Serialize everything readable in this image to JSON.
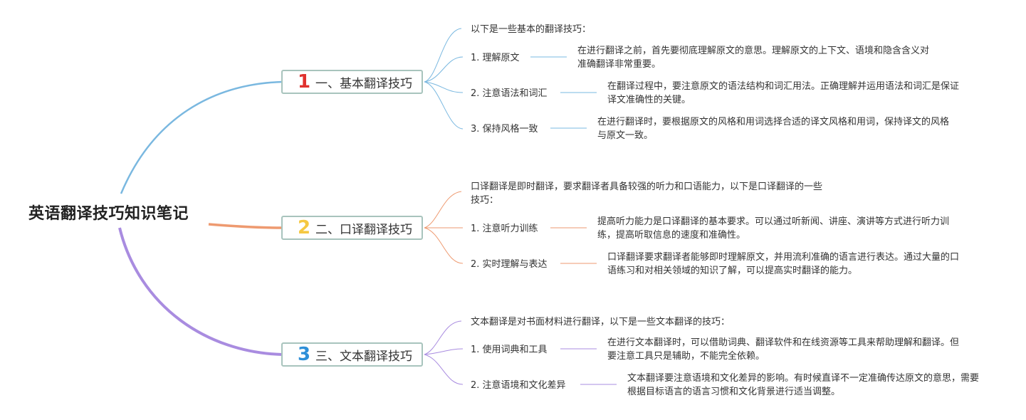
{
  "root": {
    "title": "英语翻译技巧知识笔记"
  },
  "branches": [
    {
      "number": "1",
      "label": "一、基本翻译技巧",
      "color": "#7ab8e0",
      "number_color": "#e0322f",
      "intro": "以下是一些基本的翻译技巧：",
      "items": [
        {
          "title": "1. 理解原文",
          "detail": "在进行翻译之前，首先要彻底理解原文的意思。理解原文的上下文、语境和隐含含义对准确翻译非常重要。"
        },
        {
          "title": "2. 注意语法和词汇",
          "detail": "在翻译过程中，要注意原文的语法结构和词汇用法。正确理解并运用语法和词汇是保证译文准确性的关键。"
        },
        {
          "title": "3. 保持风格一致",
          "detail": "在进行翻译时，要根据原文的风格和用词选择合适的译文风格和用词，保持译文的风格与原文一致。"
        }
      ]
    },
    {
      "number": "2",
      "label": "二、口译翻译技巧",
      "color": "#ee9a70",
      "number_color": "#f5c842",
      "intro": "口译翻译是即时翻译，要求翻译者具备较强的听力和口语能力，以下是口译翻译的一些技巧：",
      "items": [
        {
          "title": "1. 注意听力训练",
          "detail": "提高听力能力是口译翻译的基本要求。可以通过听新闻、讲座、演讲等方式进行听力训练，提高听取信息的速度和准确性。"
        },
        {
          "title": "2. 实时理解与表达",
          "detail": "口译翻译要求翻译者能够即时理解原文，并用流利准确的语言进行表达。通过大量的口语练习和对相关领域的知识了解，可以提高实时翻译的能力。"
        }
      ]
    },
    {
      "number": "3",
      "label": "三、文本翻译技巧",
      "color": "#a98ce0",
      "number_color": "#2e8fd8",
      "intro": "文本翻译是对书面材料进行翻译，以下是一些文本翻译的技巧：",
      "items": [
        {
          "title": "1. 使用词典和工具",
          "detail": "在进行文本翻译时，可以借助词典、翻译软件和在线资源等工具来帮助理解和翻译。但要注意工具只是辅助，不能完全依赖。"
        },
        {
          "title": "2. 注意语境和文化差异",
          "detail": "文本翻译要注意语境和文化差异的影响。有时候直译不一定准确传达原文的意思，需要根据目标语言的语言习惯和文化背景进行适当调整。"
        }
      ]
    }
  ]
}
